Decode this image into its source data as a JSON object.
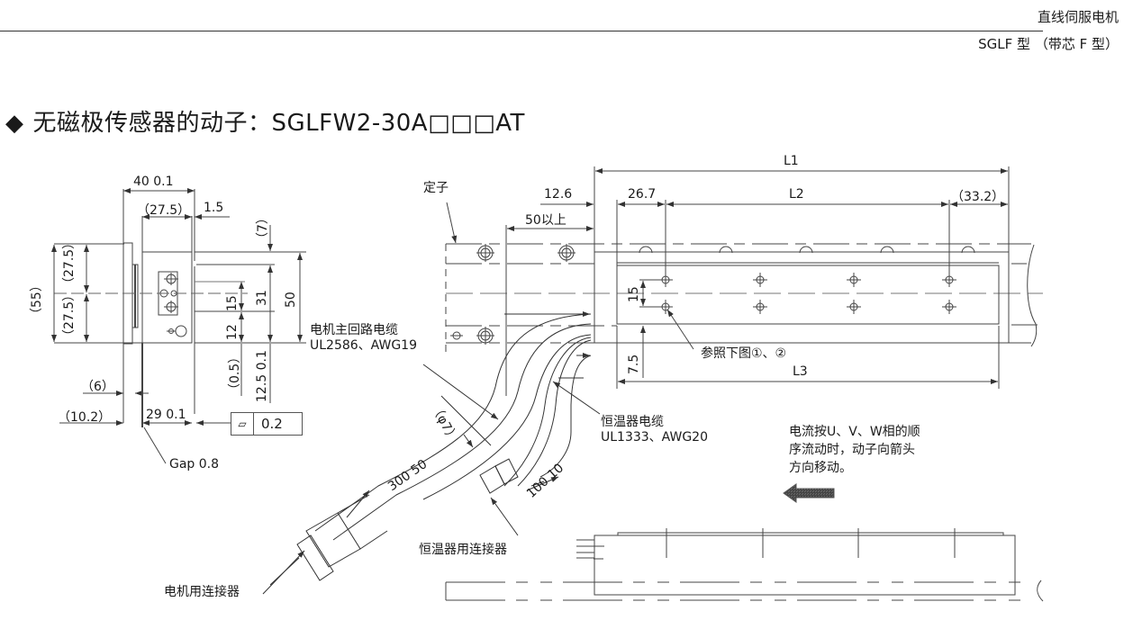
{
  "header": {
    "title": "直线伺服电机",
    "subtitle": "SGLF 型 （带芯 F 型）"
  },
  "main_title": {
    "bullet": "◆",
    "text": "无磁极传感器的动子：SGLFW2-30A□□□AT"
  },
  "side_view": {
    "dims": {
      "width_40": "40  0.1",
      "d_27_5_top": "（27.5）",
      "d_1_5": "1.5",
      "d_7": "（7）",
      "d_55": "（55）",
      "d_27_5_a": "（27.5）",
      "d_27_5_b": "（27.5）",
      "d_31": "31",
      "d_50": "50",
      "d_15": "15",
      "d_12": "12",
      "d_0_5": "（0.5）",
      "d_12_5": "12.5  0.1",
      "d_6": "（6）",
      "d_10_2": "（10.2）",
      "d_29": "29  0.1"
    },
    "tolerance": {
      "symbol": "flatness-icon",
      "value": "0.2"
    },
    "gap_label": "Gap 0.8"
  },
  "top_view": {
    "stator_label": "定子",
    "dims": {
      "L1": "L1",
      "L2": "L2",
      "L3": "L3",
      "d_12_6": "12.6",
      "d_26_7": "26.7",
      "d_33_2": "（33.2）",
      "d_50_min": "50以上",
      "d_15": "15",
      "d_7_5": "7.5",
      "d_phi7": "（φ7）",
      "d_300_50": "300  50",
      "d_100_10": "100  10"
    },
    "hole_ref": "参照下图①、②"
  },
  "cables": {
    "main_cable_line1": "电机主回路电缆",
    "main_cable_line2": "UL2586、AWG19",
    "thermo_cable_line1": "恒温器电缆",
    "thermo_cable_line2": "UL1333、AWG20",
    "thermo_connector": "恒温器用连接器",
    "motor_connector": "电机用连接器"
  },
  "direction_note": {
    "line1": "电流按U、V、W相的顺",
    "line2": "序流动时，动子向箭头",
    "line3": "方向移动。"
  }
}
